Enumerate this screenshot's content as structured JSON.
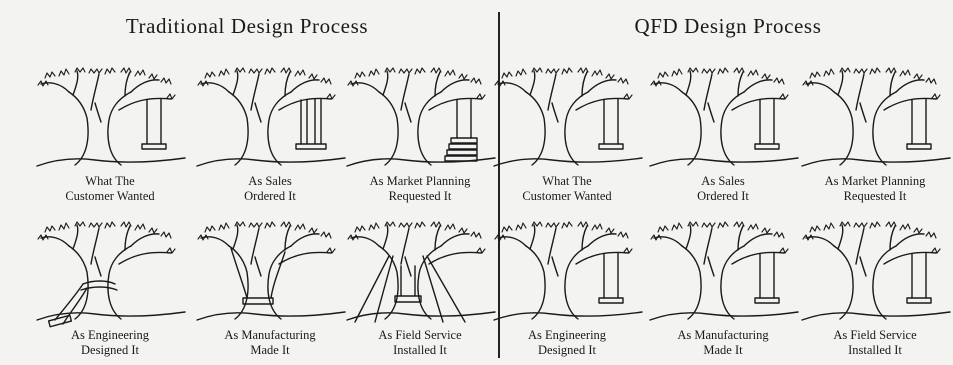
{
  "traditional": {
    "title": "Traditional Design Process",
    "panels": [
      {
        "line1": "What The",
        "line2": "Customer Wanted",
        "swing": "correct"
      },
      {
        "line1": "As Sales",
        "line2": "Ordered It",
        "swing": "sales"
      },
      {
        "line1": "As Market Planning",
        "line2": "Requested It",
        "swing": "stacked"
      },
      {
        "line1": "As Engineering",
        "line2": "Designed It",
        "swing": "wrapped"
      },
      {
        "line1": "As Manufacturing",
        "line2": "Made It",
        "swing": "split"
      },
      {
        "line1": "As Field Service",
        "line2": "Installed It",
        "swing": "propped"
      }
    ]
  },
  "qfd": {
    "title": "QFD Design Process",
    "panels": [
      {
        "line1": "What The",
        "line2": "Customer Wanted",
        "swing": "correct"
      },
      {
        "line1": "As Sales",
        "line2": "Ordered It",
        "swing": "correct"
      },
      {
        "line1": "As Market Planning",
        "line2": "Requested It",
        "swing": "correct"
      },
      {
        "line1": "As Engineering",
        "line2": "Designed It",
        "swing": "correct"
      },
      {
        "line1": "As Manufacturing",
        "line2": "Made It",
        "swing": "correct"
      },
      {
        "line1": "As Field Service",
        "line2": "Installed It",
        "swing": "correct"
      }
    ]
  },
  "colors": {
    "ink": "#1a1a1a",
    "paper": "#f3f3f1"
  }
}
